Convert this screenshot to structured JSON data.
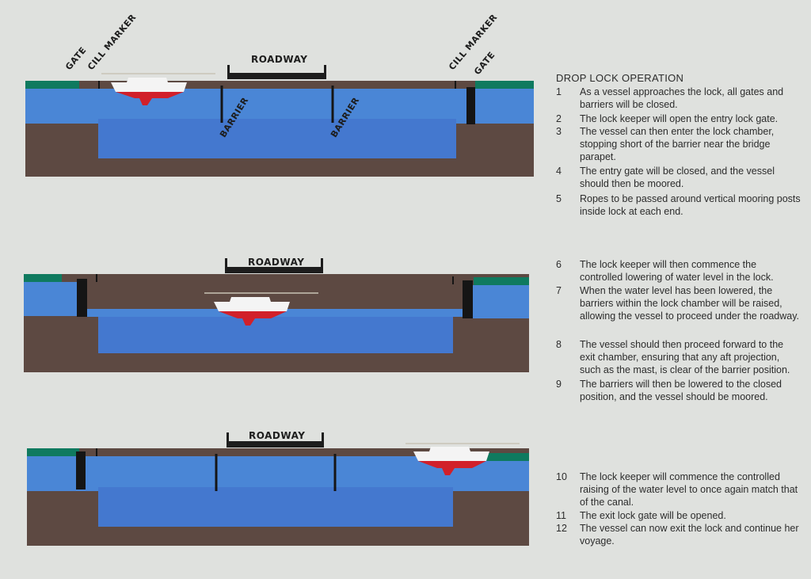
{
  "labels": {
    "roadway": "ROADWAY",
    "gate": "GATE",
    "cill_marker": "CILL MARKER",
    "barrier": "BARRIER"
  },
  "colors": {
    "background": "#dfe1de",
    "water": "#4a86d6",
    "earth": "#5d4942",
    "bank_grass": "#0f7a5f",
    "gate": "#151515",
    "hull_red": "#d1202a",
    "hull_white": "#f4f4f4"
  },
  "text": {
    "heading": "DROP LOCK OPERATION",
    "steps": [
      {
        "n": "1",
        "text": "As a vessel approaches the lock, all gates and barriers will be closed."
      },
      {
        "n": "2",
        "text": "The lock keeper will open the entry lock gate."
      },
      {
        "n": "3",
        "text": "The vessel can then enter the lock chamber, stopping short of the barrier near the bridge parapet."
      },
      {
        "n": "4",
        "text": "The entry gate will be closed, and the vessel should then be moored."
      },
      {
        "n": "5",
        "text": "Ropes to be passed around vertical mooring posts inside lock at each end."
      },
      {
        "n": "6",
        "text": "The lock keeper will then commence the controlled lowering of water level in the lock."
      },
      {
        "n": "7",
        "text": "When the water level has been lowered, the barriers within the lock chamber will be raised, allowing the vessel to proceed under the roadway."
      },
      {
        "n": "8",
        "text": "The vessel should then proceed forward to the exit chamber, ensuring that any aft projection, such as the mast, is clear of the barrier position."
      },
      {
        "n": "9",
        "text": "The barriers will then be lowered to the closed position, and the vessel should be moored."
      },
      {
        "n": "10",
        "text": "The lock keeper will commence the controlled raising of the water level to once again match that of the canal."
      },
      {
        "n": "11",
        "text": "The exit lock gate will be opened."
      },
      {
        "n": "12",
        "text": "The vessel can now exit the lock and continue her voyage."
      }
    ]
  }
}
